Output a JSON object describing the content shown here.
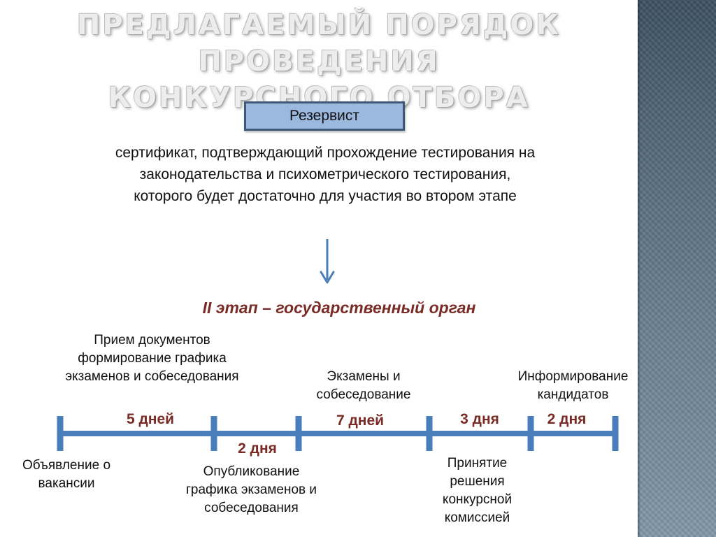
{
  "title_line1": "ПРЕДЛАГАЕМЫЙ ПОРЯДОК ПРОВЕДЕНИЯ",
  "title_line2": "КОНКУРСНОГО ОТБОРА",
  "box_label": "Резервист",
  "certificate_text": "сертификат, подтверждающий прохождение тестирования на законодательства и психометрического тестирования, которого будет достаточно для участия во втором этапе",
  "stage_title": "II этап – государственный орган",
  "labels_top": {
    "documents": "Прием документов формирование графика экзаменов и собеседования",
    "exams": "Экзамены и собеседование",
    "inform": "Информирование кандидатов"
  },
  "labels_bottom": {
    "announce": "Объявление о вакансии",
    "publish": "Опубликование графика экзаменов и собеседования",
    "decision": "Принятие решения конкурсной комиссией"
  },
  "durations": {
    "d1": "5 дней",
    "d2": "2 дня",
    "d3": "7 дней",
    "d4": "3 дня",
    "d5": "2 дня"
  },
  "colors": {
    "box_fill": "#9bb8de",
    "box_border": "#3e5878",
    "timeline": "#4a7ebb",
    "arrow": "#4a7ebb",
    "accent_text": "#7a2b26"
  }
}
